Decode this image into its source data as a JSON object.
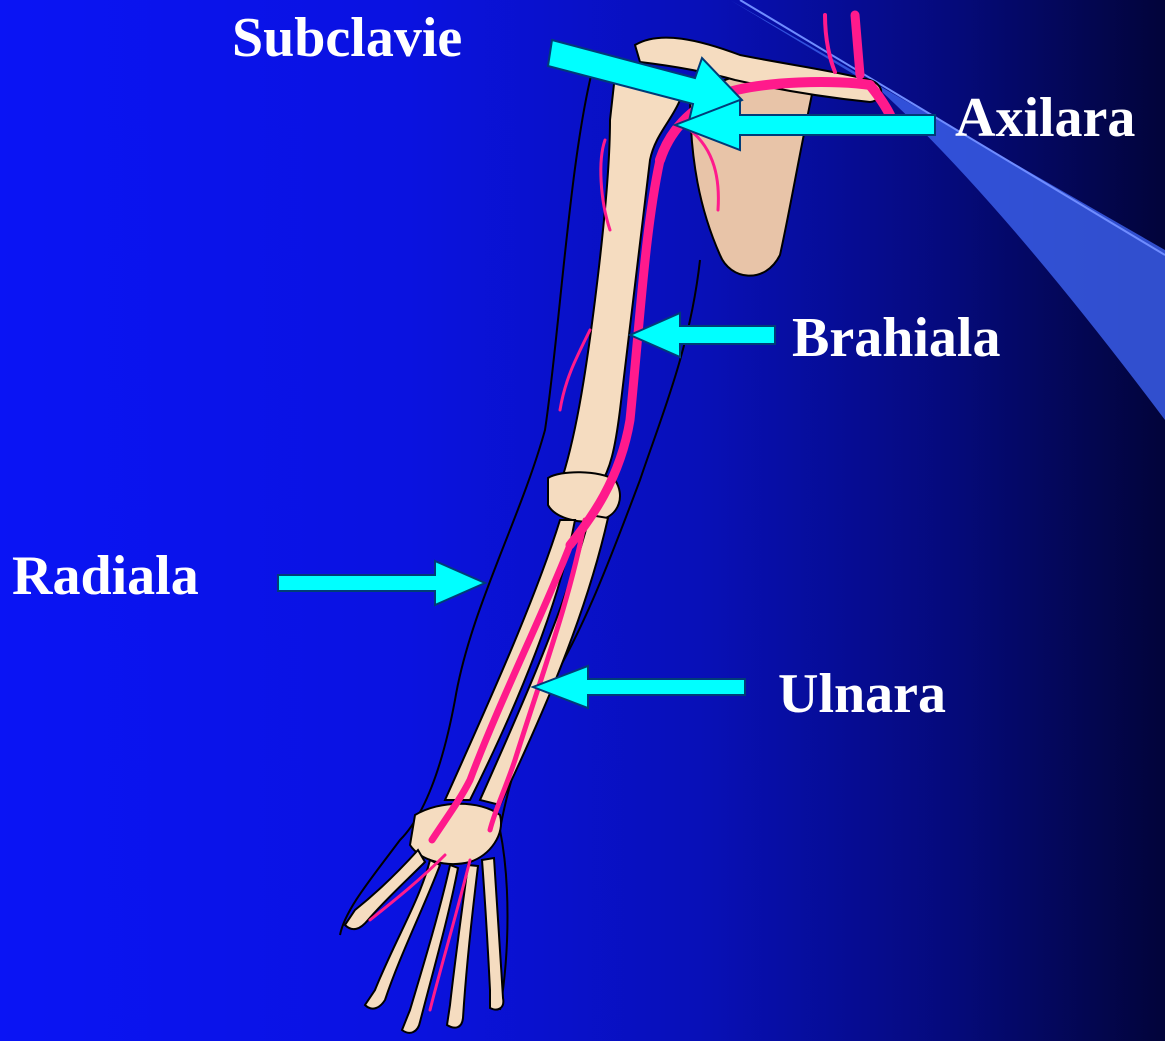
{
  "labels": {
    "subclavie": "Subclavie",
    "axilara": "Axilara",
    "brahiala": "Brahiala",
    "radiala": "Radiala",
    "ulnara": "Ulnara"
  },
  "colors": {
    "label_text": "#ffffff",
    "arrow_fill": "#00ffff",
    "artery": "#ff1a8c",
    "bone": "#f5dcc0",
    "outline": "#000000"
  }
}
